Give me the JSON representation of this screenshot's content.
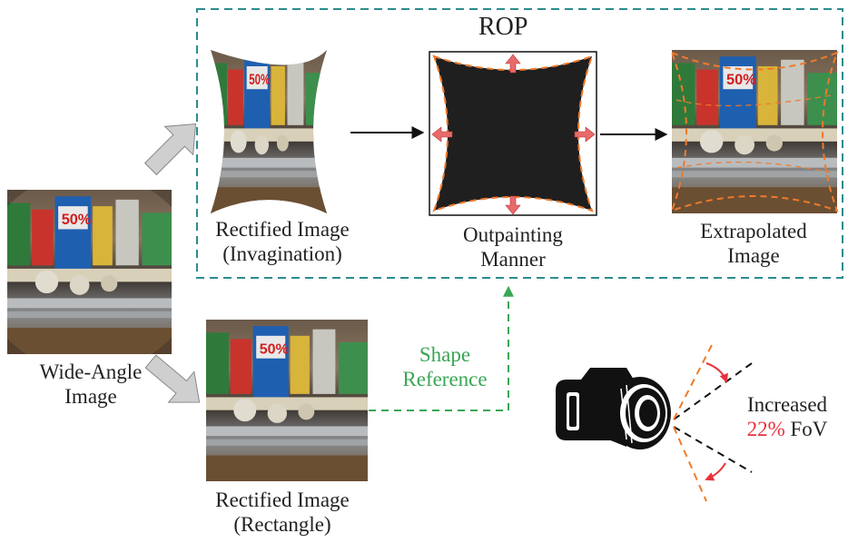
{
  "rop_title": "ROP",
  "labels": {
    "wide_angle": [
      "Wide-Angle",
      "Image"
    ],
    "rectified_invagination": [
      "Rectified Image",
      "(Invagination)"
    ],
    "outpainting": [
      "Outpainting",
      "Manner"
    ],
    "extrapolated": [
      "Extrapolated",
      "Image"
    ],
    "rectified_rectangle": [
      "Rectified Image",
      "(Rectangle)"
    ],
    "shape_reference": [
      "Shape",
      "Reference"
    ]
  },
  "fov": {
    "line1": "Increased",
    "value": "22%",
    "unit": "FoV"
  },
  "colors": {
    "rop_box": "#2c8c8e",
    "shape_reference": "#3aa655",
    "boundary": "#f07a2a",
    "expand_arrows": "#e86a6a",
    "fov_value": "#e8323c",
    "thumb_arrows": "#bfbfbf"
  }
}
